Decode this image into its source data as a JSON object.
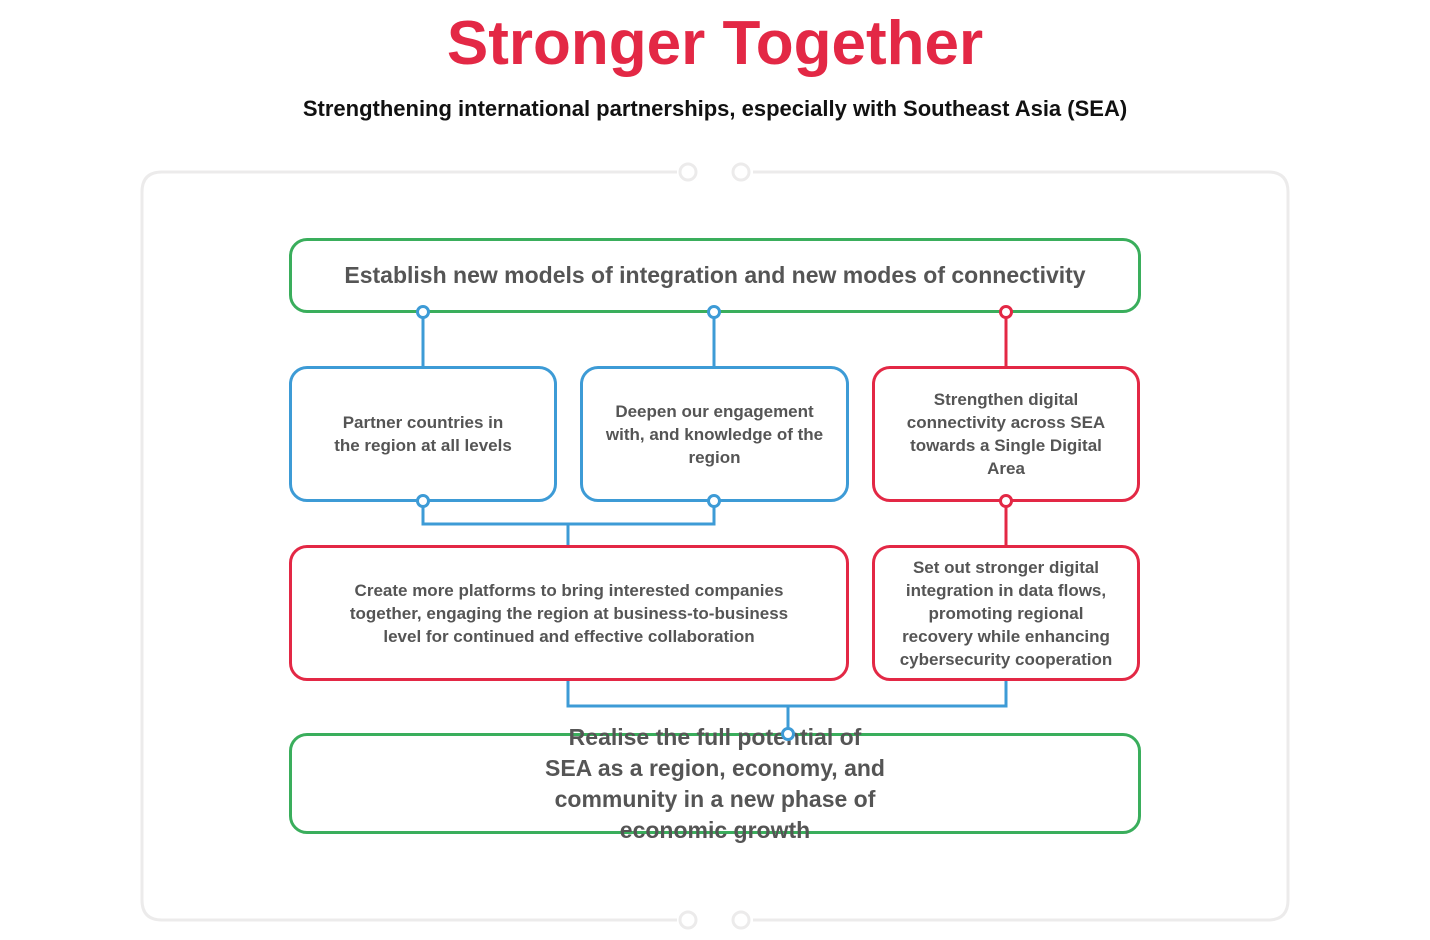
{
  "header": {
    "title": "Stronger Together",
    "subtitle": "Strengthening international partnerships, especially with Southeast Asia (SEA)"
  },
  "colors": {
    "title": "#e32845",
    "green": "#3aae5c",
    "blue": "#3d9bd6",
    "red": "#e32845",
    "frame": "#ecebeb",
    "text": "#555555"
  },
  "diagram": {
    "top": "Establish new models of integration and new modes of connectivity",
    "partner": "Partner countries in the region at all levels",
    "deepen": "Deepen our engagement with, and knowledge of the region",
    "digital": "Strengthen digital connectivity across SEA towards a Single Digital Area",
    "platforms": "Create more platforms to bring interested companies together, engaging the region at business-to-business level for continued and effective collaboration",
    "dataflows": "Set out stronger digital integration in data flows, promoting regional recovery while enhancing cybersecurity cooperation",
    "bottom": "Realise the full potential of SEA as a region, economy, and community in a new phase of economic growth"
  }
}
